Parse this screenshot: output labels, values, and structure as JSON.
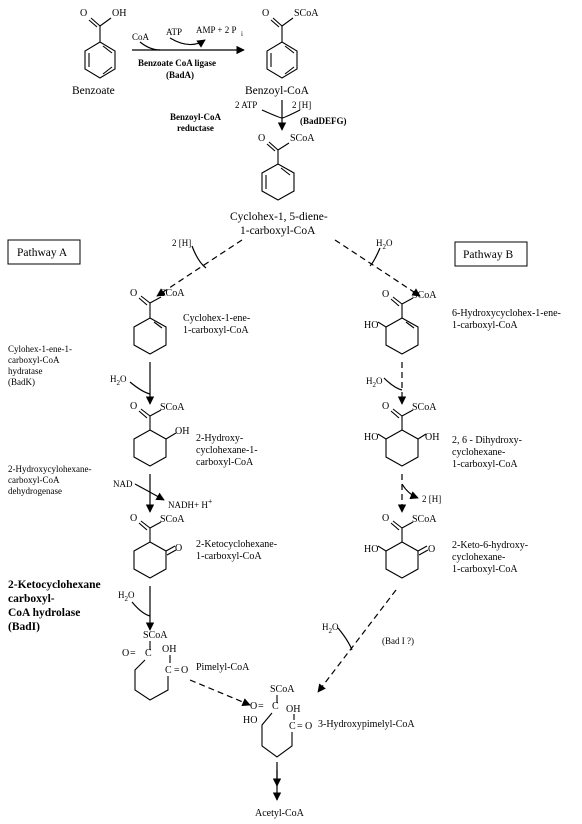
{
  "pathway_a_label": "Pathway A",
  "pathway_b_label": "Pathway B",
  "compounds": {
    "benzoate": "Benzoate",
    "benzoyl_coa": "Benzoyl-CoA",
    "diene_1": "Cyclohex-1, 5-diene-",
    "diene_2": "1-carboxyl-CoA",
    "cyclohexene_1": "Cyclohex-1-ene-",
    "cyclohexene_2": "1-carboxyl-CoA",
    "hydroxy_a_1": "2-Hydroxy-",
    "hydroxy_a_2": "cyclohexane-1-",
    "hydroxy_a_3": "carboxyl-CoA",
    "keto_a_1": "2-Ketocyclohexane-",
    "keto_a_2": "1-carboxyl-CoA",
    "pimelyl": "Pimelyl-CoA",
    "hydroxycyclohexene_1": "6-Hydroxycyclohex-1-ene-",
    "hydroxycyclohexene_2": "1-carboxyl-CoA",
    "dihydroxy_1": "2, 6 - Dihydroxy-",
    "dihydroxy_2": "cyclohexane-",
    "dihydroxy_3": "1-carboxyl-CoA",
    "keto_b_1": "2-Keto-6-hydroxy-",
    "keto_b_2": "cyclohexane-",
    "keto_b_3": "1-carboxyl-CoA",
    "hydroxypimelyl": "3-Hydroxypimelyl-CoA",
    "acetyl": "Acetyl-CoA"
  },
  "enzymes": {
    "bada_1": "Benzoate CoA ligase",
    "bada_2": "(BadA)",
    "reductase_1": "Benzoyl-CoA",
    "reductase_2": "reductase",
    "badk_1": "Cylohex-1-ene-1-",
    "badk_2": "carboxyl-CoA",
    "badk_3": "hydratase",
    "badk_4": "(BadK)",
    "dehydro_1": "2-Hydroxycylohexane-",
    "dehydro_2": "carboxyl-CoA",
    "dehydro_3": "dehydrogenase",
    "badi_1": "2-Ketocyclohexane",
    "badi_2": "carboxyl-",
    "badi_3": "CoA hydrolase",
    "badi_4": "(BadI)",
    "badi_b": "(Bad I ?)",
    "badefg": "(BadDEFG)"
  },
  "cofactors": {
    "coa": "CoA",
    "atp": "ATP",
    "amp_2pi": "AMP + 2 P",
    "amp_sub": "i",
    "atp2": "2 ATP",
    "h2": "2 [H]",
    "h2o": "H",
    "h2o_sub": "2",
    "h2o_o": "O",
    "nad": "NAD",
    "nadh": "NADH+ H",
    "plus": "+"
  },
  "atoms": {
    "oh": "OH",
    "ho": "HO",
    "o": "O",
    "c": "C",
    "scoa": "SCoA"
  }
}
